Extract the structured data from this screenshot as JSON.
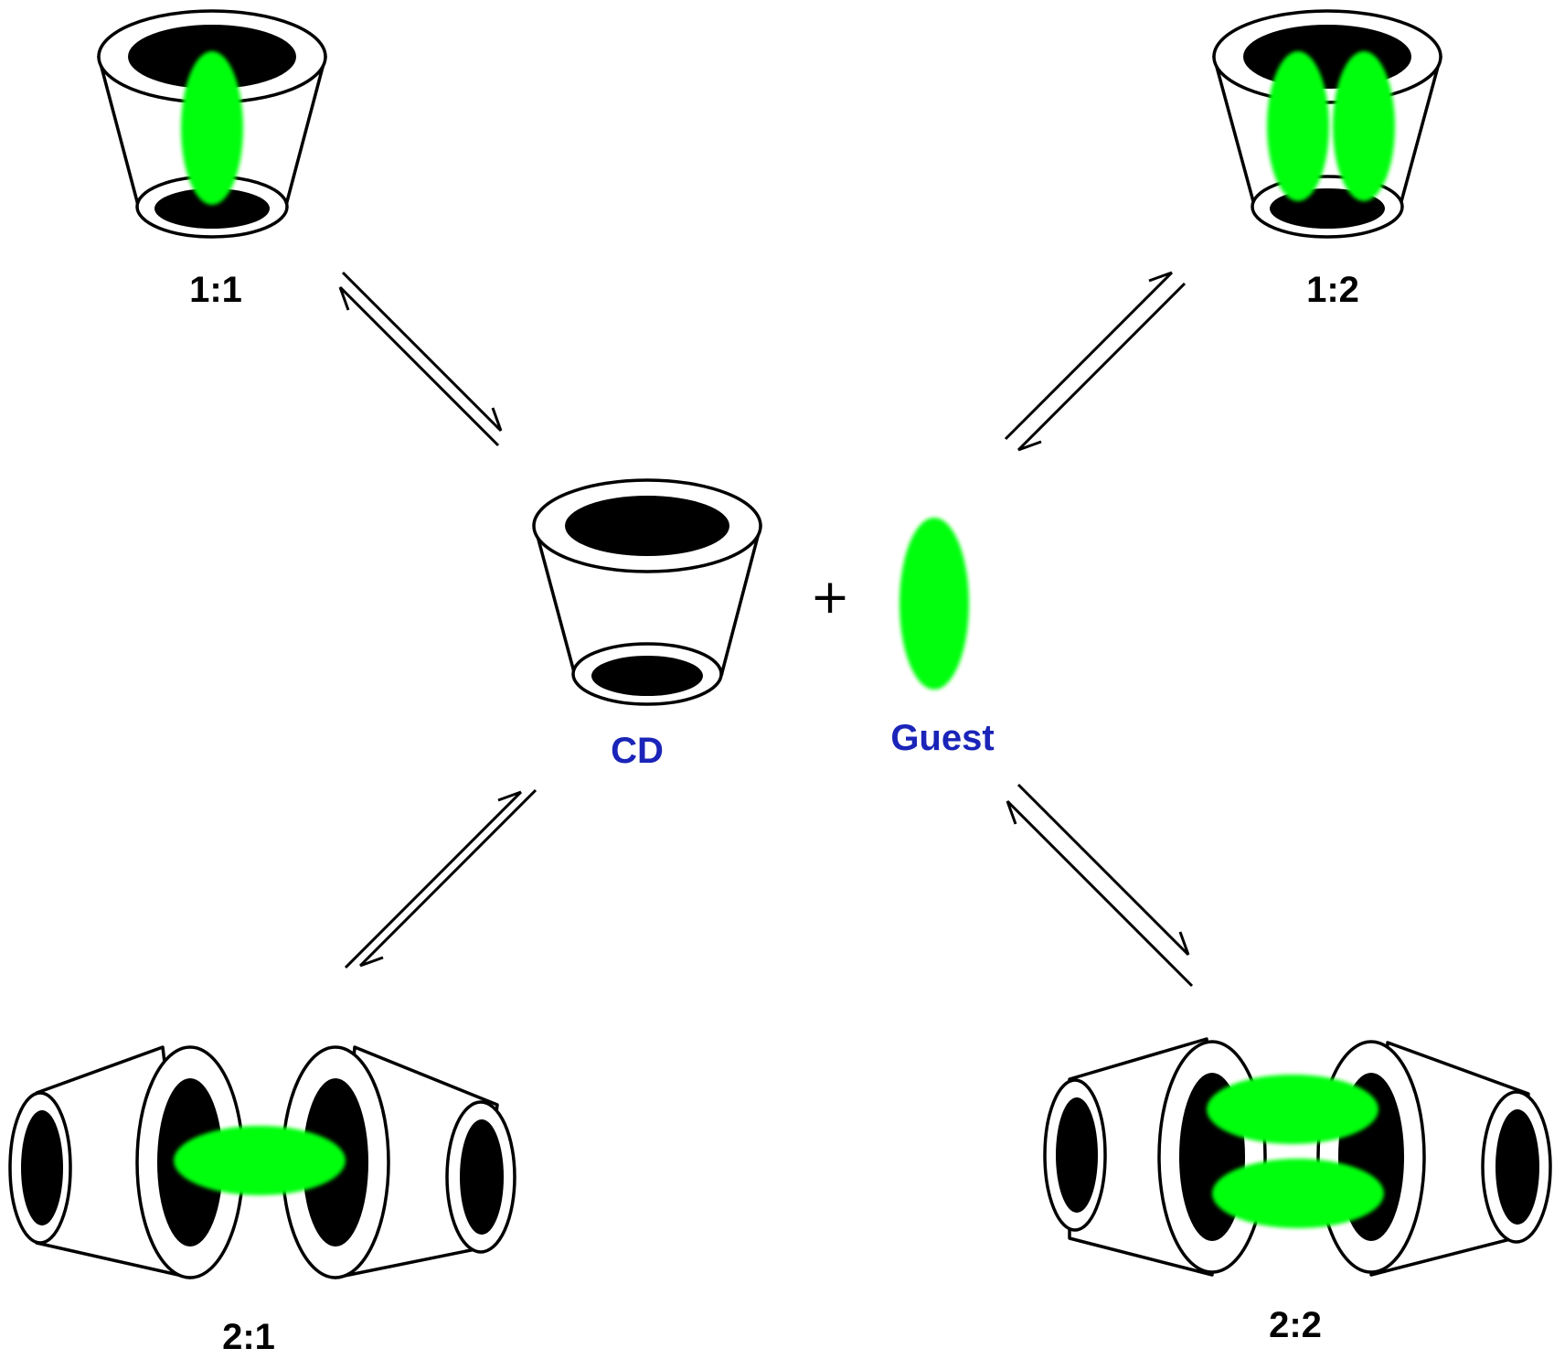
{
  "labels": {
    "one_one": "1:1",
    "one_two": "1:2",
    "two_one": "2:1",
    "two_two": "2:2",
    "cd": "CD",
    "guest": "Guest",
    "plus": "+"
  },
  "colors": {
    "guest_fill": "#00ff0f",
    "cd_label": "#1a24b8",
    "guest_label": "#1a24b8",
    "ratio_label": "#000000"
  }
}
